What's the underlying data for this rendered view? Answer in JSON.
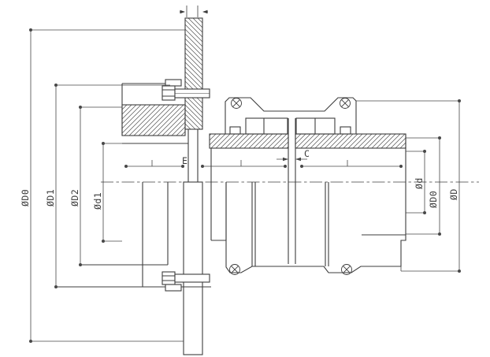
{
  "drawing": {
    "kind": "technical-drawing",
    "description": "Half-section assembly drawing of a gear coupling with brake disc plate, bolted flanges and dimension callouts",
    "colors": {
      "background": "#ffffff",
      "outline": "#3d3d3d",
      "dimension": "#474747",
      "hatch": "#565656"
    },
    "dimensions": {
      "left": [
        {
          "id": "D0-left",
          "label": "ØD0"
        },
        {
          "id": "D1-left",
          "label": "ØD1"
        },
        {
          "id": "D2-left",
          "label": "ØD2"
        },
        {
          "id": "d1-left",
          "label": "Ød1"
        }
      ],
      "right": [
        {
          "id": "d-right",
          "label": "Ød"
        },
        {
          "id": "D0-right",
          "label": "ØD0"
        },
        {
          "id": "D-right",
          "label": "ØD"
        }
      ],
      "horizontal": [
        {
          "id": "hub-length",
          "label": "E"
        },
        {
          "id": "center-gap",
          "label": "C"
        }
      ]
    }
  }
}
